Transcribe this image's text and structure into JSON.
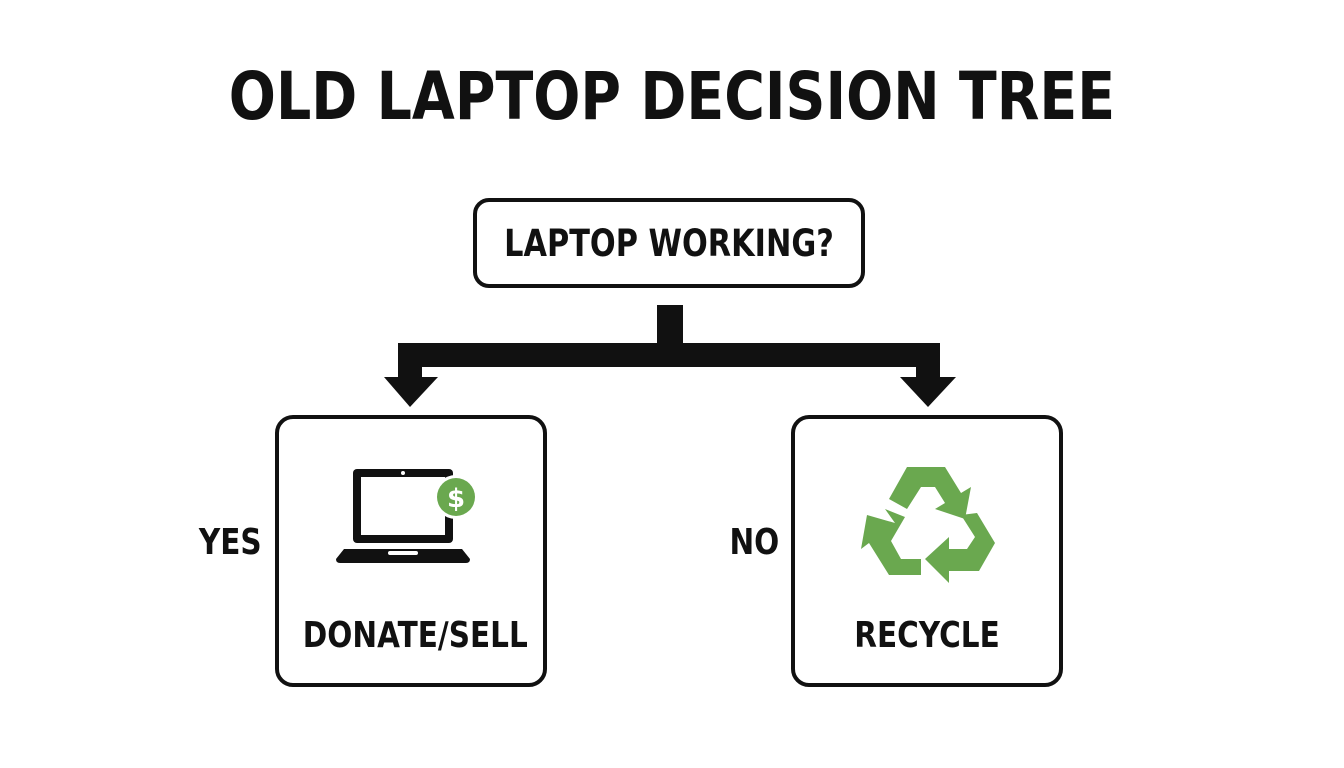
{
  "title": "OLD LAPTOP DECISION TREE",
  "question": "LAPTOP WORKING?",
  "branches": [
    {
      "condition": "YES",
      "outcome": "DONATE/SELL",
      "icon": "laptop-dollar-icon"
    },
    {
      "condition": "NO",
      "outcome": "RECYCLE",
      "icon": "recycle-icon"
    }
  ],
  "colors": {
    "ink": "#111111",
    "accent_green": "#6aa84f",
    "background": "#ffffff"
  }
}
